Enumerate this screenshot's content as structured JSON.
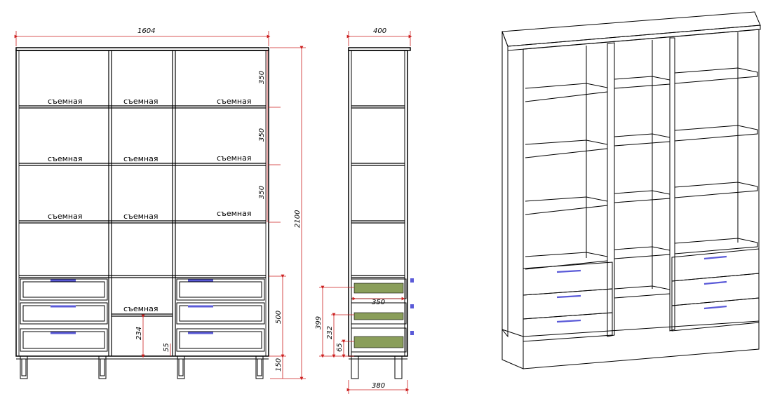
{
  "front_view": {
    "width_label": "1604",
    "height_label": "2100",
    "section_labels": [
      "350",
      "350",
      "350"
    ],
    "drawer_block_label": "500",
    "plinth_label": "150",
    "niche_height_label": "234",
    "niche_bottom_label": "55",
    "removable_shelf_label": "съемная"
  },
  "side_view": {
    "depth_top_label": "400",
    "depth_bottom_label": "380",
    "drawer_depth_label": "350",
    "drawer_offsets": [
      "399",
      "232",
      "65"
    ]
  },
  "colors": {
    "dimension_line": "#cc1f1f",
    "handle": "#5a5ad8",
    "drawer_fill": "#8a9e5a",
    "outline": "#000000"
  }
}
